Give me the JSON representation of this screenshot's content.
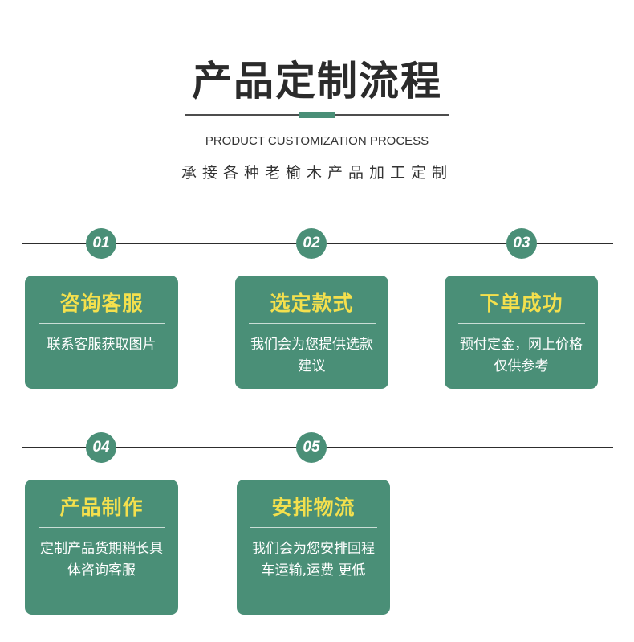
{
  "header": {
    "title": "产品定制流程",
    "subtitle_en": "PRODUCT CUSTOMIZATION PROCESS",
    "subtitle_cn": "承接各种老榆木产品加工定制"
  },
  "steps": [
    {
      "number": "01",
      "title": "咨询客服",
      "desc": "联系客服获取图片"
    },
    {
      "number": "02",
      "title": "选定款式",
      "desc": "我们会为您提供选款建议"
    },
    {
      "number": "03",
      "title": "下单成功",
      "desc": "预付定金，网上价格仅供参考"
    },
    {
      "number": "04",
      "title": "产品制作",
      "desc": "定制产品货期稍长具体咨询客服"
    },
    {
      "number": "05",
      "title": "安排物流",
      "desc": "我们会为您安排回程车运输,运费 更低"
    }
  ],
  "colors": {
    "accent": "#4a8f77",
    "card_title": "#f4e04d",
    "text": "#2b2b2b"
  }
}
